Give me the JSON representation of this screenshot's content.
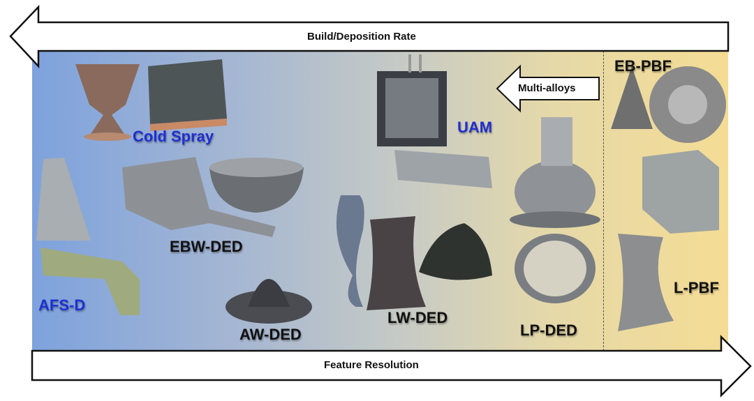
{
  "arrows": {
    "top": "Build/Deposition Rate",
    "bottom": "Feature Resolution",
    "multi": "Multi-alloys"
  },
  "processes": {
    "cold_spray": "Cold Spray",
    "uam": "UAM",
    "ebw_ded": "EBW-DED",
    "afs_d": "AFS-D",
    "aw_ded": "AW-DED",
    "lw_ded": "LW-DED",
    "lp_ded": "LP-DED",
    "eb_pbf": "EB-PBF",
    "l_pbf": "L-PBF"
  },
  "colors": {
    "blue_label": "#1f2fd0",
    "left_bg": "#7ea2dd",
    "right_bg": "#f4dc94"
  }
}
